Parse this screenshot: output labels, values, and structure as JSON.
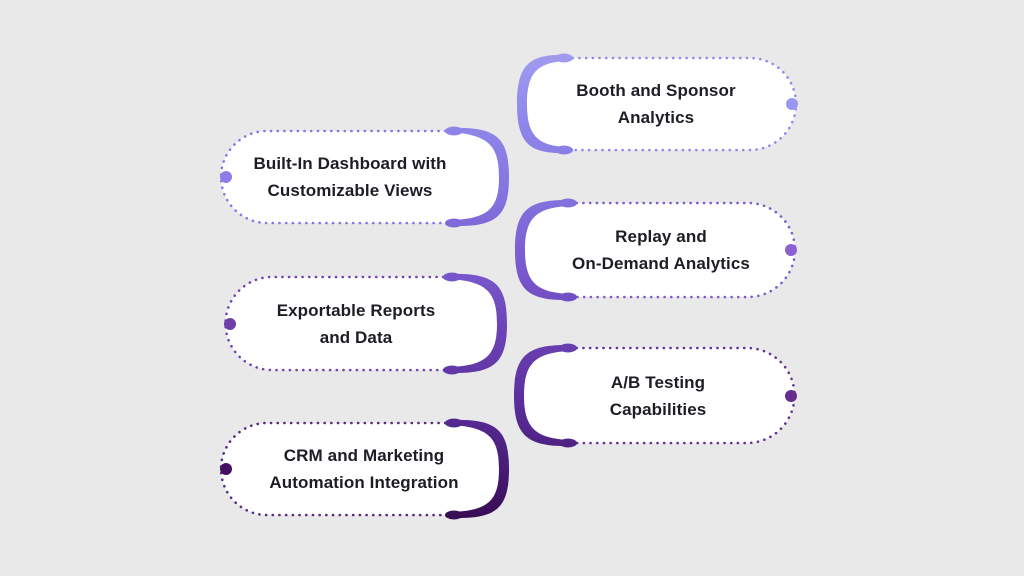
{
  "canvas": {
    "background": "#e9e9e9",
    "text_color": "#1d1d25"
  },
  "diagram": {
    "type": "feature-capsule-diagram",
    "spine_gradient": [
      "#a19bef",
      "#8f86e9",
      "#8374e0",
      "#7a5bd0",
      "#6b43b5",
      "#5c2f9d",
      "#471a74",
      "#390c55"
    ],
    "items": [
      {
        "side": "right",
        "label_line1": "Booth and Sponsor",
        "label_line2": "Analytics",
        "border_color": "#8f8aec",
        "dot_color": "#9b96ee"
      },
      {
        "side": "left",
        "label_line1": "Built-In Dashboard with",
        "label_line2": "Customizable Views",
        "border_color": "#8478e5",
        "dot_color": "#8c7ee8"
      },
      {
        "side": "right",
        "label_line1": "Replay and",
        "label_line2": "On-Demand Analytics",
        "border_color": "#7d5bce",
        "dot_color": "#8a62d2"
      },
      {
        "side": "left",
        "label_line1": "Exportable Reports",
        "label_line2": "and Data",
        "border_color": "#6f45b4",
        "dot_color": "#6f3ea6"
      },
      {
        "side": "right",
        "label_line1": "A/B Testing",
        "label_line2": "Capabilities",
        "border_color": "#643199",
        "dot_color": "#662c90"
      },
      {
        "side": "left",
        "label_line1": "CRM and Marketing",
        "label_line2": "Automation Integration",
        "border_color": "#552a80",
        "dot_color": "#451062"
      }
    ]
  }
}
